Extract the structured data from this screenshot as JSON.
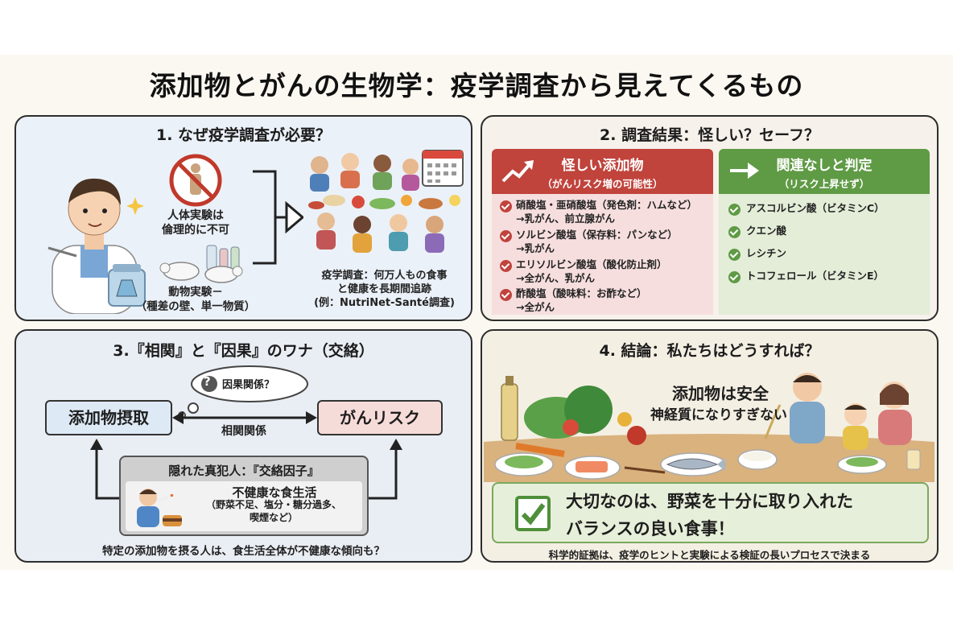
{
  "title": "添加物とがんの生物学：疫学調査から見えてくるもの",
  "panel1": {
    "title": "1. なぜ疫学調査が必要？",
    "human_label": "人体実験は\n倫理的に不可",
    "animal_label": "動物実験－\n（種差の壁、単一物質）",
    "epi_label": "疫学調査：何万人もの食事\nと健康を長期間追跡\n(例：NutriNet-Santé調査)"
  },
  "panel2": {
    "title": "2. 調査結果：怪しい？セーフ？",
    "suspicious": {
      "heading": "怪しい添加物",
      "sub": "（がんリスク増の可能性）",
      "color": "#c0433c",
      "items": [
        {
          "main": "硝酸塩・亜硝酸塩（発色剤：ハムなど）",
          "effect": "→乳がん、前立腺がん"
        },
        {
          "main": "ソルビン酸塩（保存料：パンなど）",
          "effect": "→乳がん"
        },
        {
          "main": "エリソルビン酸塩（酸化防止剤）",
          "effect": "→全がん、乳がん"
        },
        {
          "main": "酢酸塩（酸味料：お酢など）",
          "effect": "→全がん"
        }
      ]
    },
    "safe": {
      "heading": "関連なしと判定",
      "sub": "（リスク上昇せず）",
      "color": "#5f9a45",
      "items": [
        "アスコルビン酸（ビタミンC）",
        "クエン酸",
        "レシチン",
        "トコフェロール（ビタミンE）"
      ]
    }
  },
  "panel3": {
    "title": "3.『相関』と『因果』のワナ（交絡）",
    "thought": "因果関係？",
    "thought_mark": "?",
    "left_box": "添加物摂取",
    "right_box": "がんリスク",
    "arrow_label": "相関関係",
    "confounder_title": "隠れた真犯人：『交絡因子』",
    "confounder_main": "不健康な食生活",
    "confounder_detail": "（野菜不足、塩分・糖分過多、\n喫煙など）",
    "footer": "特定の添加物を摂る人は、食生活全体が不健康な傾向も？"
  },
  "panel4": {
    "title": "4. 結論：私たちはどうすれば？",
    "bubble_line1": "添加物は安全",
    "bubble_line2": "神経質になりすぎない",
    "conclusion_line1": "大切なのは、野菜を十分に取り入れた",
    "conclusion_line2": "バランスの良い食事！",
    "footer": "科学的証拠は、疫学のヒントと実験による検証の長いプロセスで決まる"
  }
}
